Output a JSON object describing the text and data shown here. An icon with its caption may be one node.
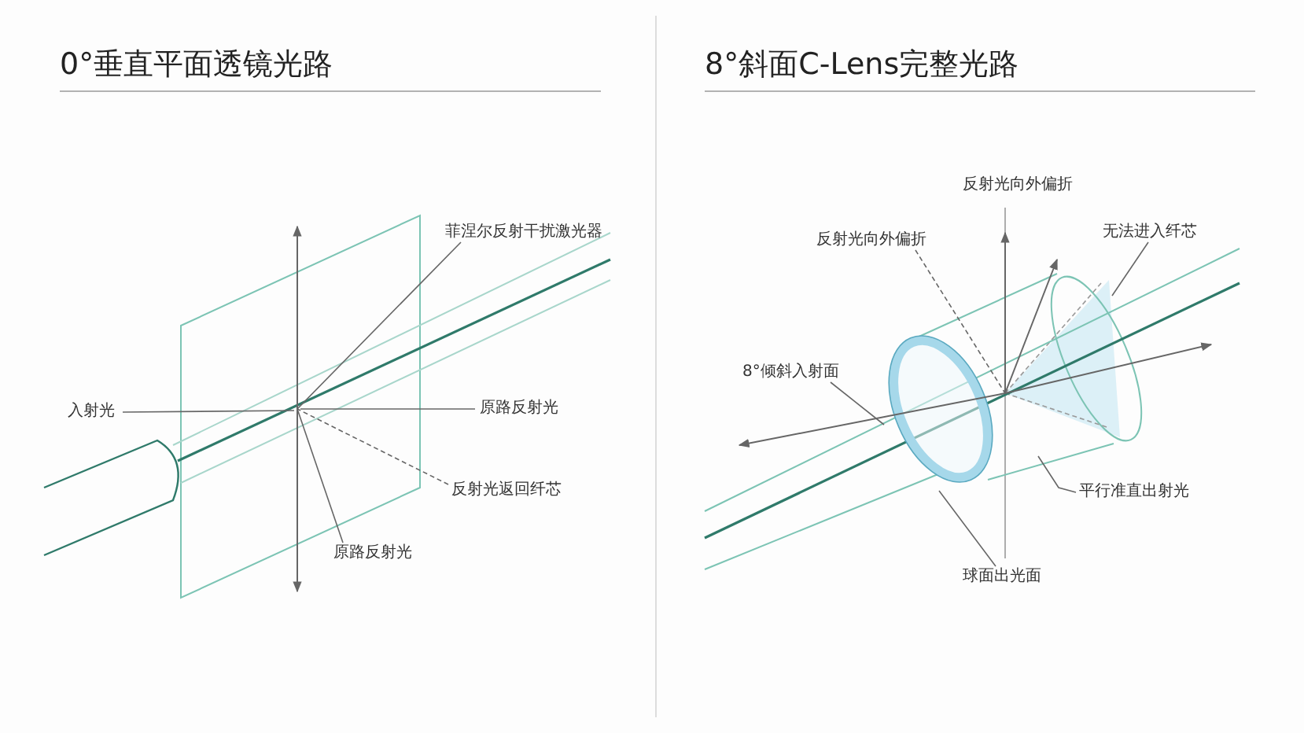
{
  "diagram": {
    "nodes": [
      {
        "text": [
          "菲涅尔反射干扰激光器"
        ]
      },
      {
        "text": [
          "入射光"
        ]
      },
      {
        "text": [
          "原路反射光"
        ]
      },
      {
        "text": [
          "反射光返回纤芯"
        ]
      },
      {
        "text": [
          "原路反射光"
        ]
      },
      {
        "text": [
          "反射光向外偏折"
        ]
      },
      {
        "text": [
          "无法进入纤芯"
        ]
      },
      {
        "text": [
          "8°倾斜入射面"
        ]
      },
      {
        "text": [
          "平行准直出射光"
        ]
      },
      {
        "text": [
          "球面出光面"
        ]
      }
    ],
    "edges": [
      {
        "from": 0,
        "to": null,
        "arrow": "none"
      },
      {
        "from": 1,
        "to": null,
        "arrow": "none"
      },
      {
        "from": 2,
        "to": null,
        "arrow": "none"
      },
      {
        "from": 3,
        "to": null,
        "arrow": "none",
        "style": "dashed"
      },
      {
        "from": 4,
        "to": null,
        "arrow": "none"
      },
      {
        "from": 5,
        "to": null,
        "arrow": "none",
        "style": "dashed"
      },
      {
        "from": 6,
        "to": null,
        "arrow": "none"
      },
      {
        "from": 7,
        "to": null,
        "arrow": "none"
      },
      {
        "from": 8,
        "to": null,
        "arrow": "none"
      },
      {
        "from": 9,
        "to": null,
        "arrow": "none"
      }
    ],
    "labels": [
      "0°垂直平面透镜光路",
      "8°斜面C-Lens完整光路",
      "反射光向外偏折"
    ]
  }
}
